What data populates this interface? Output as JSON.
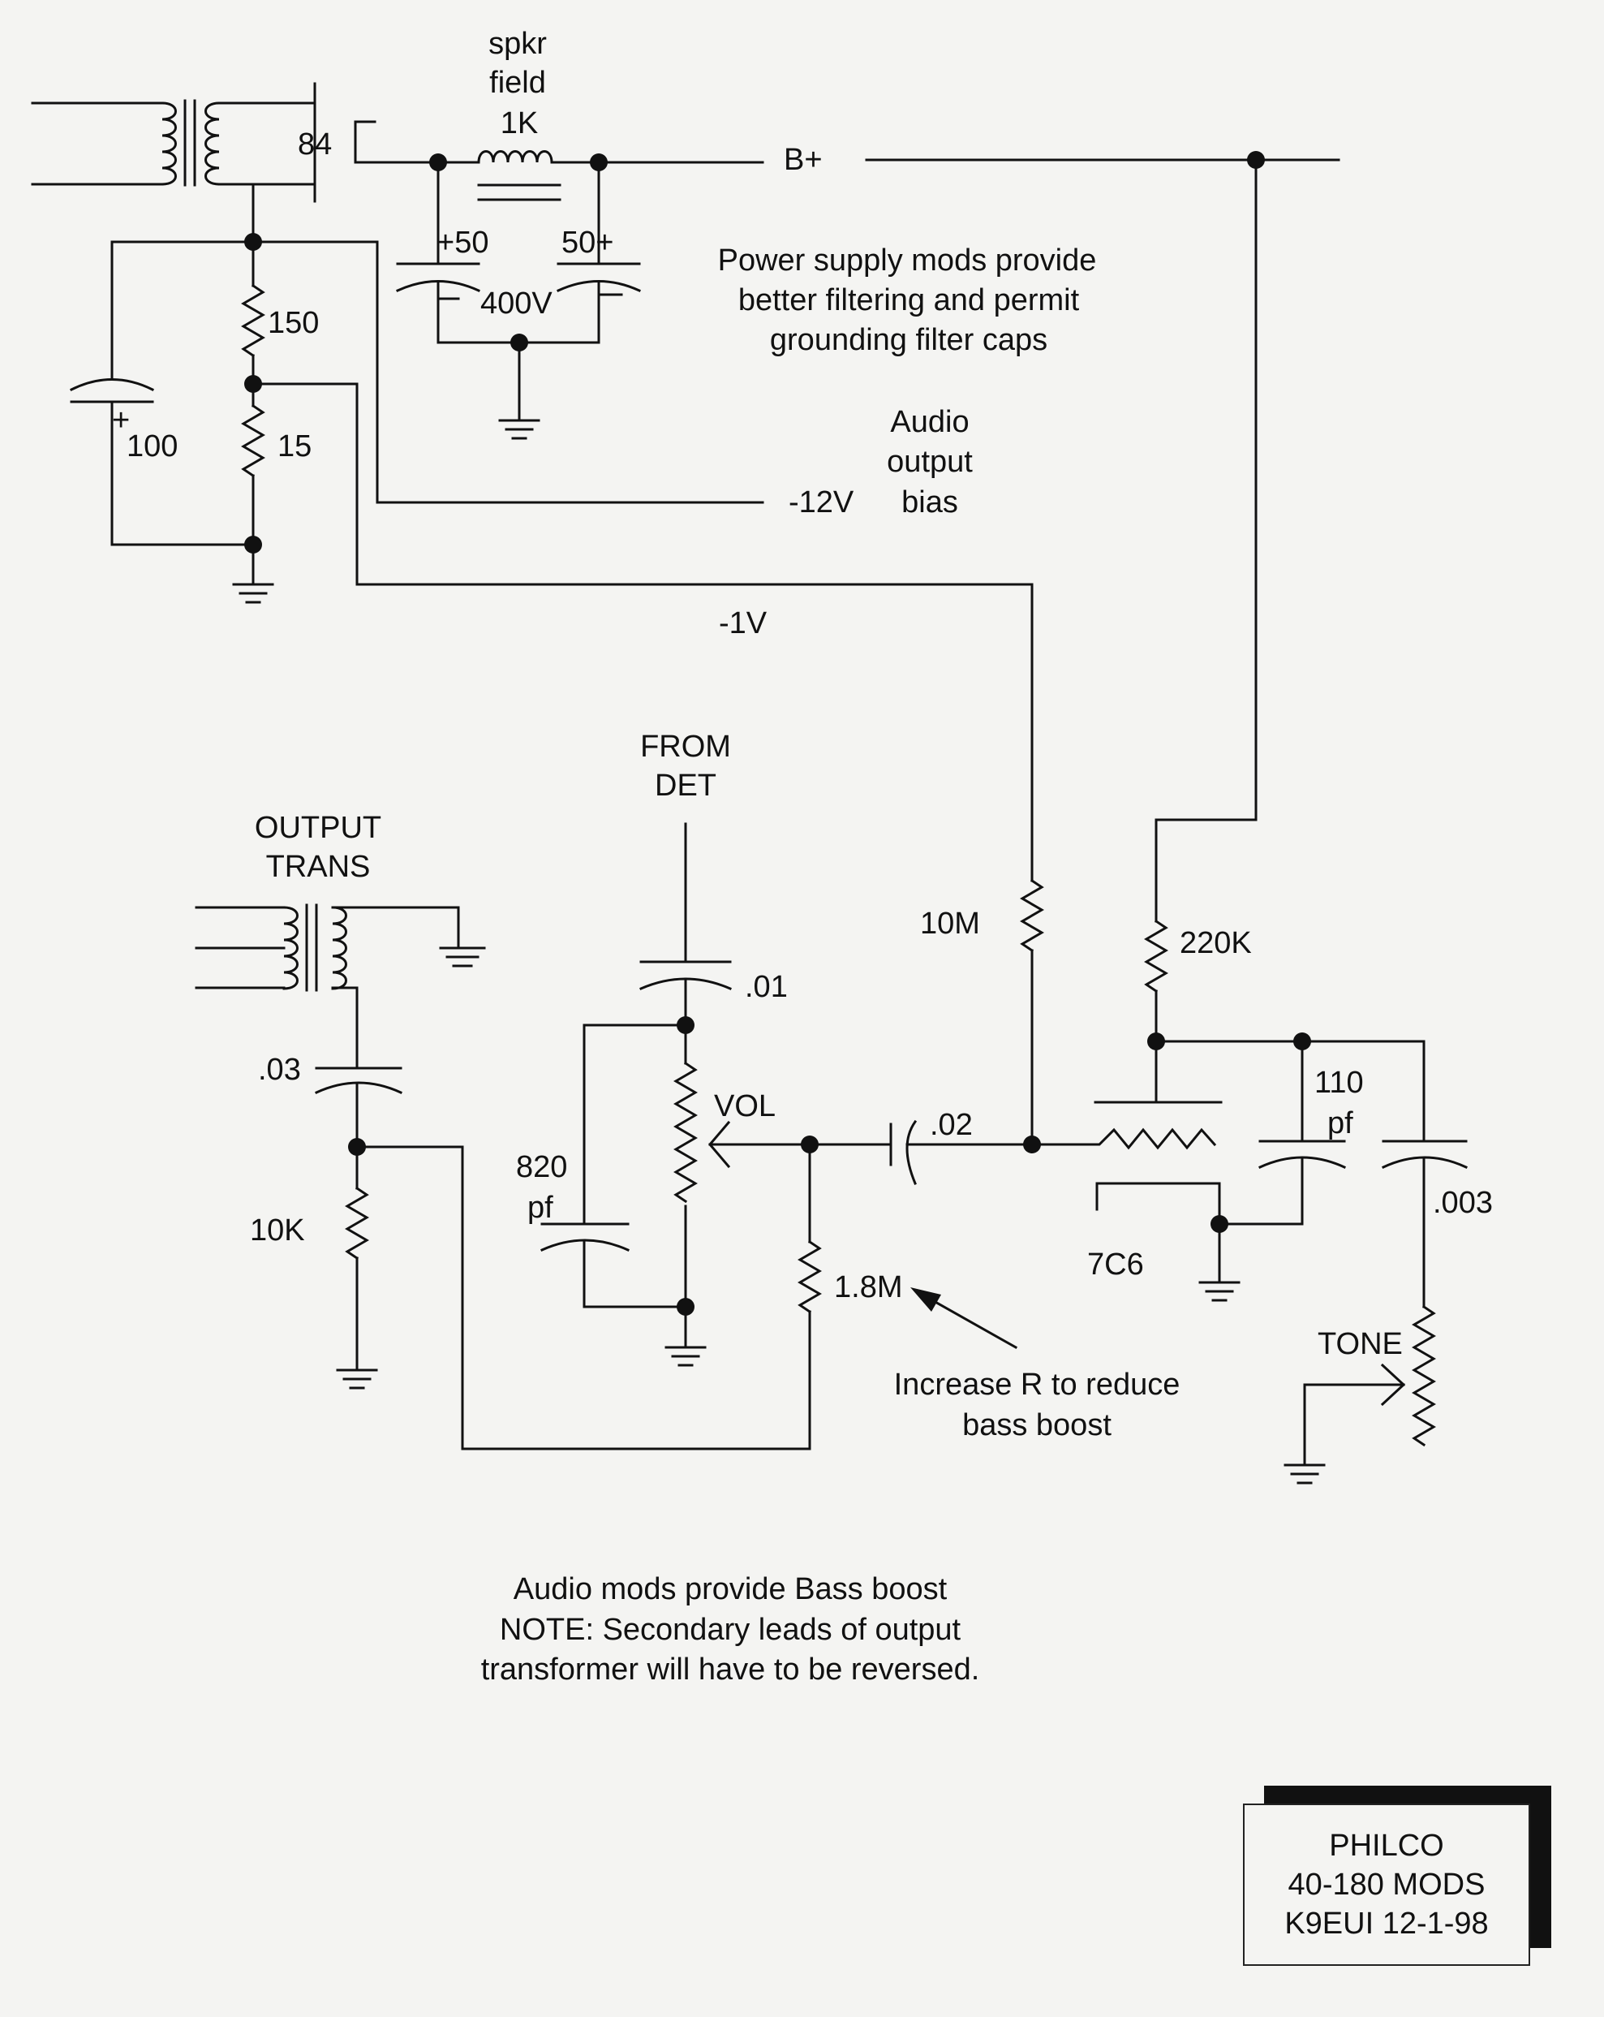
{
  "labels": {
    "spkr": "spkr",
    "field": "field",
    "one_k": "1K",
    "tube84": "84",
    "bplus": "B+",
    "c50a": "+50",
    "c50b": "50+",
    "v400": "400V",
    "r150": "150",
    "r15": "15",
    "c100": "100",
    "neg12": "-12V",
    "audio": "Audio",
    "output": "output",
    "bias": "bias",
    "neg1": "-1V",
    "from": "FROM",
    "det": "DET",
    "out1": "OUTPUT",
    "out2": "TRANS",
    "c01": ".01",
    "c03": ".03",
    "vol": "VOL",
    "c02": ".02",
    "r10m": "10M",
    "r220k": "220K",
    "c110": "110",
    "pf1": "pf",
    "c003": ".003",
    "c820": "820",
    "pf2": "pf",
    "r10k": "10K",
    "r18m": "1.8M",
    "tube7c6": "7C6",
    "tone": "TONE"
  },
  "notes": {
    "power1": "Power supply mods provide",
    "power2": "better filtering and permit",
    "power3": "grounding filter caps",
    "inc1": "Increase R to reduce",
    "inc2": "bass boost",
    "audio1": "Audio mods provide Bass boost",
    "audio2": "NOTE: Secondary leads of output",
    "audio3": "transformer will have to be reversed."
  },
  "title_block": {
    "line1": "PHILCO",
    "line2": "40-180 MODS",
    "line3": "K9EUI 12-1-98"
  }
}
